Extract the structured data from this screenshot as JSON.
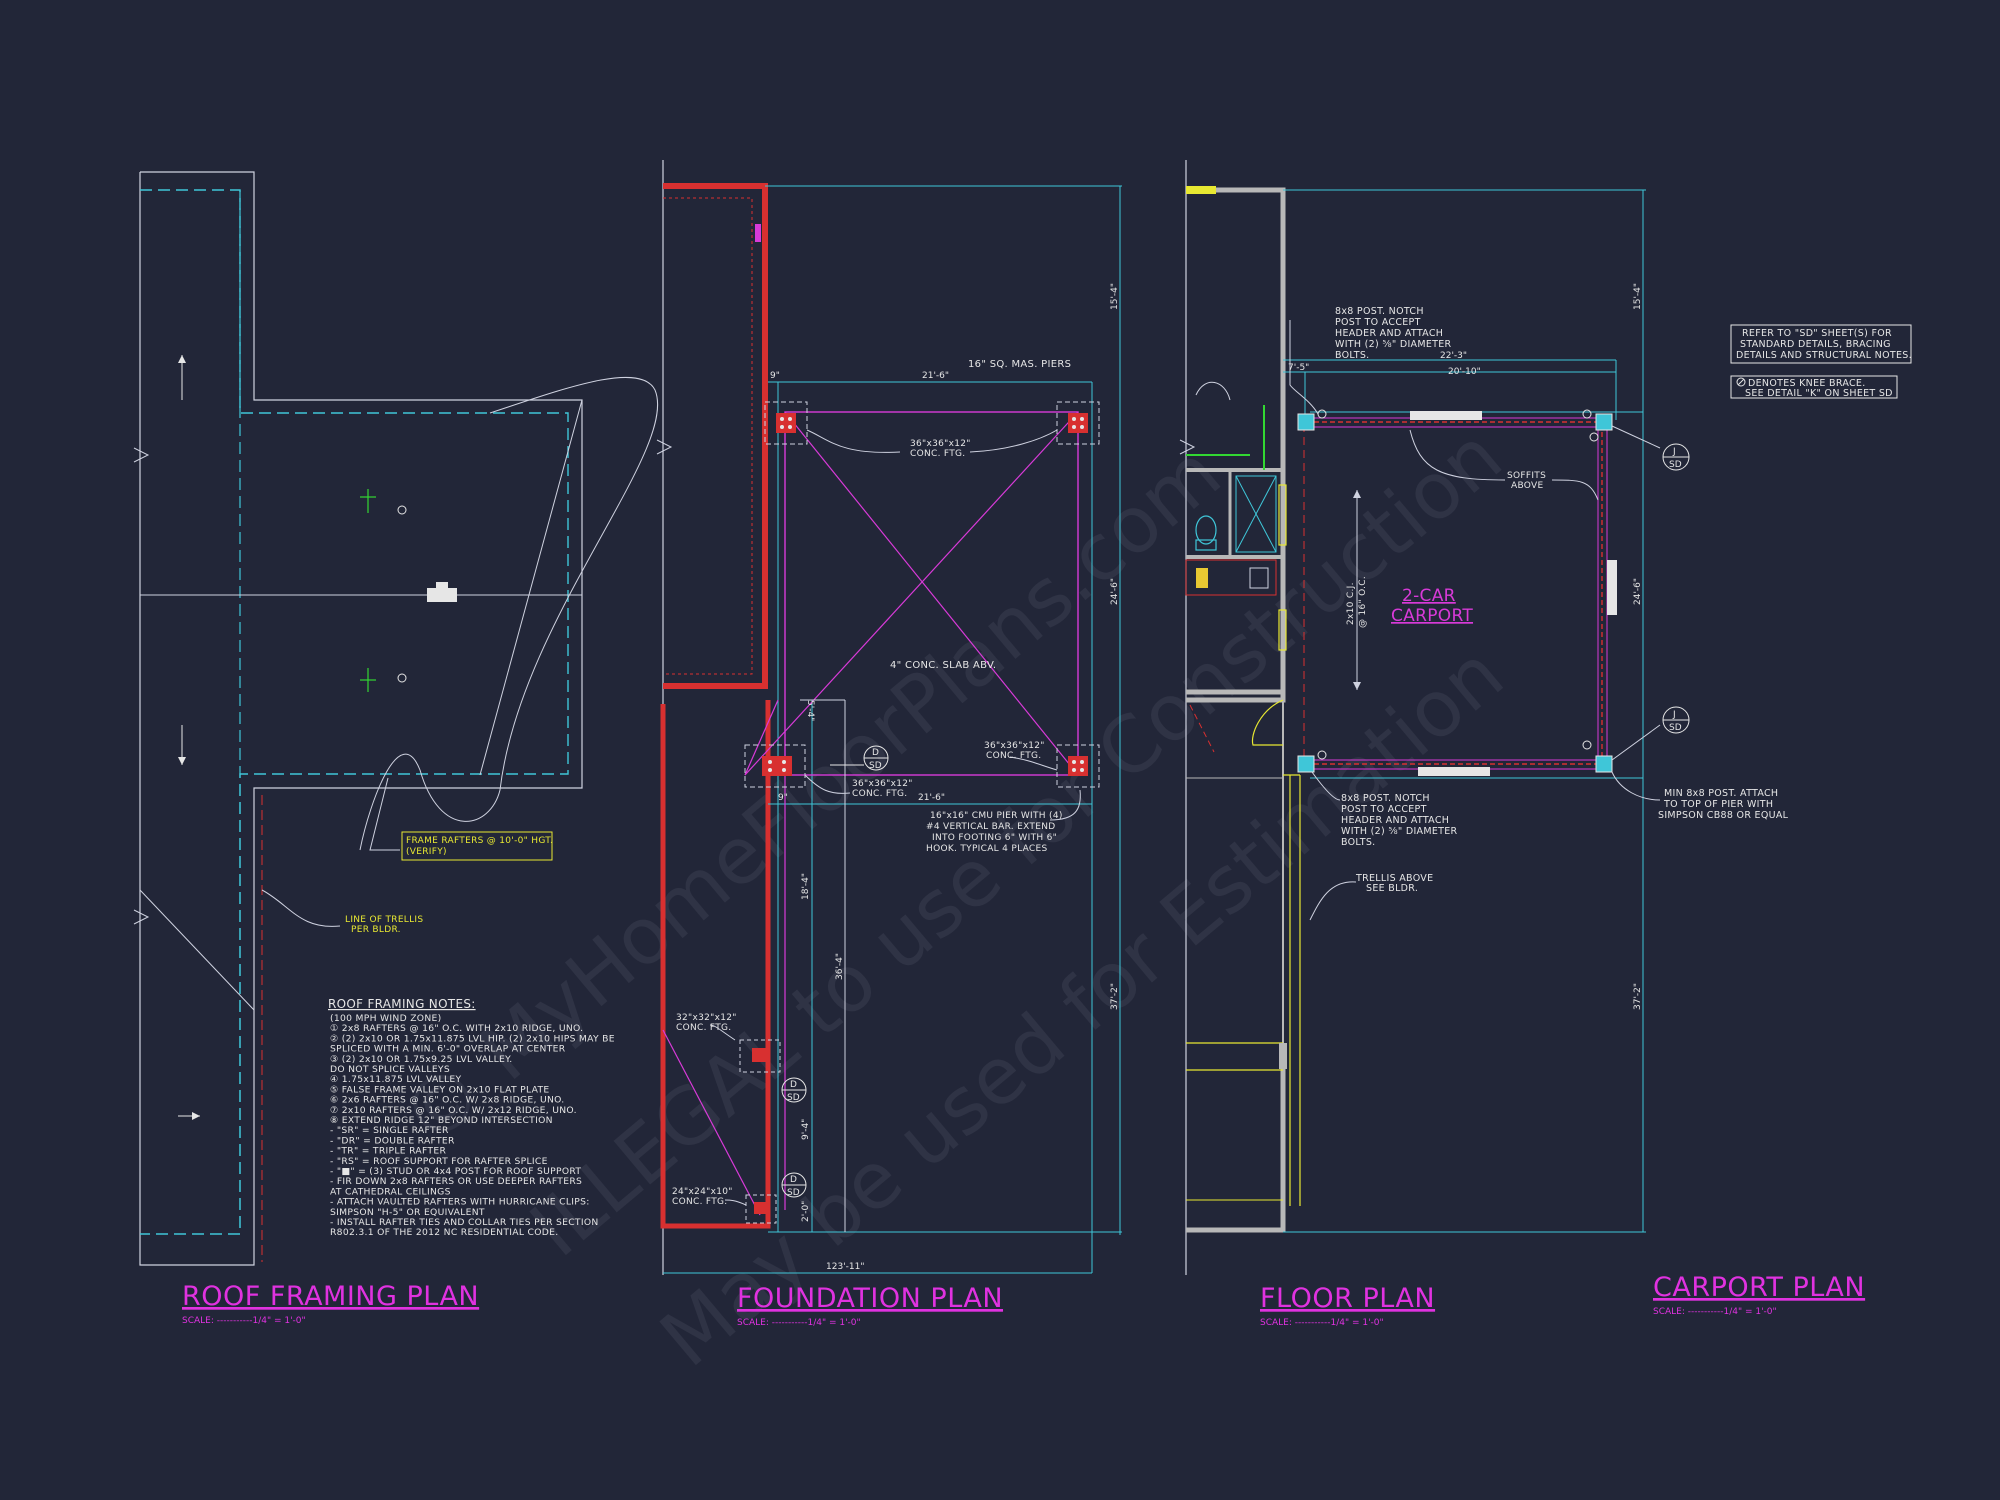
{
  "colors": {
    "background": "#222638",
    "cyan": "#3fc6d8",
    "magenta": "#d83ad8",
    "white": "#e6e6e6",
    "yellow": "#e8e832",
    "red": "#d83030",
    "green": "#32d832"
  },
  "watermark": {
    "line1": "© MyHomeFloorPlans.com",
    "line2": "ILLEGAL to use for Construction",
    "line3": "May be used for Estimation"
  },
  "titles": {
    "roof": "ROOF FRAMING PLAN",
    "foundation": "FOUNDATION PLAN",
    "floor": "FLOOR PLAN",
    "carport": "CARPORT PLAN",
    "scale": "SCALE: -----------1/4\" = 1'-0\""
  },
  "roof": {
    "frame_note_l1": "FRAME RAFTERS @ 10'-0\" HGT.",
    "frame_note_l2": "(VERIFY)",
    "trellis_l1": "LINE OF TRELLIS",
    "trellis_l2": "PER BLDR.",
    "notes_title": "ROOF FRAMING NOTES:",
    "notes": [
      "(100 MPH WIND ZONE)",
      "① 2x8 RAFTERS @ 16\" O.C. WITH 2x10 RIDGE, UNO.",
      "② (2) 2x10 OR 1.75x11.875 LVL HIP. (2) 2x10 HIPS MAY BE",
      "    SPLICED WITH A MIN. 6'-0\" OVERLAP AT CENTER",
      "③ (2) 2x10 OR 1.75x9.25 LVL VALLEY.",
      "    DO NOT SPLICE VALLEYS",
      "④ 1.75x11.875 LVL VALLEY",
      "⑤ FALSE FRAME VALLEY ON 2x10 FLAT PLATE",
      "⑥ 2x6 RAFTERS @ 16\" O.C. W/ 2x8 RIDGE, UNO.",
      "⑦ 2x10 RAFTERS @ 16\" O.C. W/ 2x12 RIDGE, UNO.",
      "⑧ EXTEND RIDGE 12\" BEYOND INTERSECTION",
      "- \"SR\" = SINGLE RAFTER",
      "- \"DR\" = DOUBLE RAFTER",
      "- \"TR\" = TRIPLE RAFTER",
      "- \"RS\" = ROOF SUPPORT FOR RAFTER SPLICE",
      "- \"■\" = (3) STUD OR 4x4 POST FOR ROOF SUPPORT",
      "- FIR DOWN 2x8 RAFTERS OR USE DEEPER RAFTERS",
      "    AT CATHEDRAL CEILINGS",
      "- ATTACH VAULTED RAFTERS WITH HURRICANE CLIPS:",
      "    SIMPSON \"H-5\" OR EQUIVALENT",
      "- INSTALL RAFTER TIES AND COLLAR TIES PER SECTION",
      "    R802.3.1 OF THE 2012 NC RESIDENTIAL CODE."
    ]
  },
  "foundation": {
    "piers": "16\" SQ. MAS. PIERS",
    "ftg_tl_1": "36\"x36\"x12\"",
    "ftg_tl_2": "CONC. FTG.",
    "ftg_br_1": "36\"x36\"x12\"",
    "ftg_br_2": "CONC. FTG.",
    "ftg_bl_1": "36\"x36\"x12\"",
    "ftg_bl_2": "CONC. FTG.",
    "slab": "4\" CONC. SLAB ABV.",
    "cmu_1": "16\"x16\" CMU PIER WITH (4)",
    "cmu_2": "#4 VERTICAL BAR.  EXTEND",
    "cmu_3": "INTO FOOTING 6\" WITH 6\"",
    "cmu_4": "HOOK.  TYPICAL 4 PLACES",
    "ftg32_1": "32\"x32\"x12\"",
    "ftg32_2": "CONC. FTG.",
    "ftg24_1": "24\"x24\"x10\"",
    "ftg24_2": "CONC. FTG.",
    "dim_top": "21'-6\"",
    "dim_top_small": "9\"",
    "dim_bot": "21'-6\"",
    "dim_bot_small": "9\"",
    "dim_overall": "123'-11\"",
    "dim_right_top": "15'-4\"",
    "dim_right_mid": "24'-6\"",
    "dim_right_bot": "37'-2\"",
    "dim_left_1": "5'-4\"",
    "dim_left_2": "18'-4\"",
    "dim_left_3": "36'-4\"",
    "dim_left_4": "9'-4\"",
    "dim_left_5": "2'-0\"",
    "detail_num": "D",
    "detail_sheet": "SD"
  },
  "floor": {
    "post_top_1": "8x8 POST. NOTCH",
    "post_top_2": "POST TO ACCEPT",
    "post_top_3": "HEADER AND ATTACH",
    "post_top_4": "WITH (2) ⅝\" DIAMETER",
    "post_top_5": "BOLTS.",
    "dim_a": "7'-5\"",
    "dim_b": "20'-10\"",
    "dim_c": "22'-3\"",
    "soffits_1": "SOFFITS",
    "soffits_2": "ABOVE",
    "cj_1": "2x10 C.J.",
    "cj_2": "@ 16\" O.C.",
    "carport_1": "2-CAR",
    "carport_2": "CARPORT",
    "post_bot_1": "8x8 POST. NOTCH",
    "post_bot_2": "POST TO ACCEPT",
    "post_bot_3": "HEADER AND ATTACH",
    "post_bot_4": "WITH (2) ⅝\" DIAMETER",
    "post_bot_5": "BOLTS.",
    "trellis_1": "TRELLIS ABOVE",
    "trellis_2": "SEE BLDR.",
    "min_1": "MIN 8x8 POST.  ATTACH",
    "min_2": "TO TOP OF PIER WITH",
    "min_3": "SIMPSON CB88 OR EQUAL",
    "refer_1": "REFER TO \"SD\" SHEET(S) FOR",
    "refer_2": "STANDARD DETAILS, BRACING",
    "refer_3": "DETAILS AND STRUCTURAL NOTES.",
    "knee_1": "DENOTES KNEE BRACE.",
    "knee_2": "SEE DETAIL \"K\" ON SHEET SD",
    "dim_right_top": "15'-4\"",
    "dim_right_mid": "24'-6\"",
    "dim_right_bot": "37'-2\"",
    "detail_num": "J",
    "detail_sheet": "SD"
  }
}
